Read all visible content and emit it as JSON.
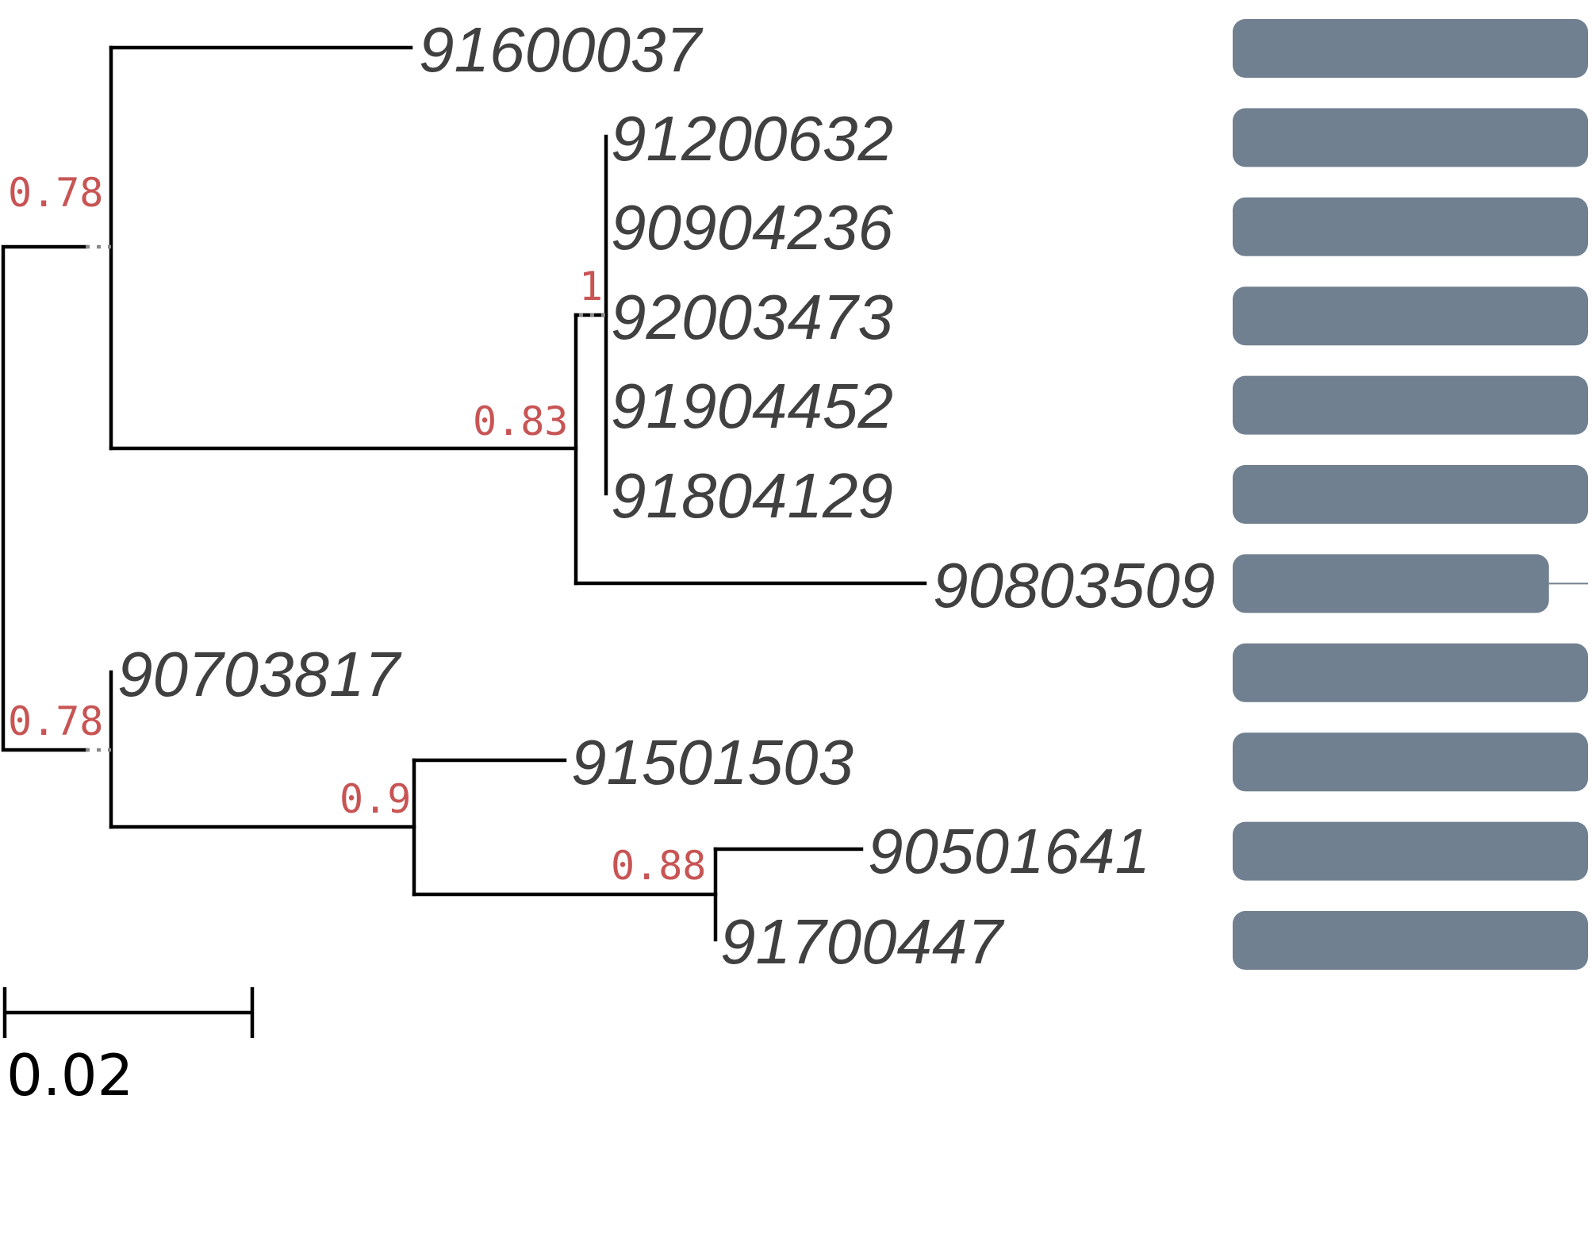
{
  "tree": {
    "leaves": [
      {
        "id": "t1",
        "label": "91600037",
        "bar": 1.0
      },
      {
        "id": "t2",
        "label": "91200632",
        "bar": 1.0
      },
      {
        "id": "t3",
        "label": "90904236",
        "bar": 1.0
      },
      {
        "id": "t4",
        "label": "92003473",
        "bar": 1.0
      },
      {
        "id": "t5",
        "label": "91904452",
        "bar": 1.0
      },
      {
        "id": "t6",
        "label": "91804129",
        "bar": 1.0
      },
      {
        "id": "t7",
        "label": "90803509",
        "bar": 0.89
      },
      {
        "id": "t8",
        "label": "90703817",
        "bar": 1.0
      },
      {
        "id": "t9",
        "label": "91501503",
        "bar": 1.0
      },
      {
        "id": "t10",
        "label": "90501641",
        "bar": 1.0
      },
      {
        "id": "t11",
        "label": "91700447",
        "bar": 1.0
      }
    ],
    "support_values": {
      "upper_clade": "0.78",
      "lower_clade": "0.78",
      "clade_a": "0.83",
      "clade_b": "1",
      "clade_c": "0.9",
      "clade_d": "0.88"
    },
    "colors": {
      "branch": "#000000",
      "leaf_label": "#404040",
      "support": "#c85454",
      "bar": "#708090"
    }
  },
  "scale_bar": {
    "label": "0.02",
    "length": 0.02
  }
}
